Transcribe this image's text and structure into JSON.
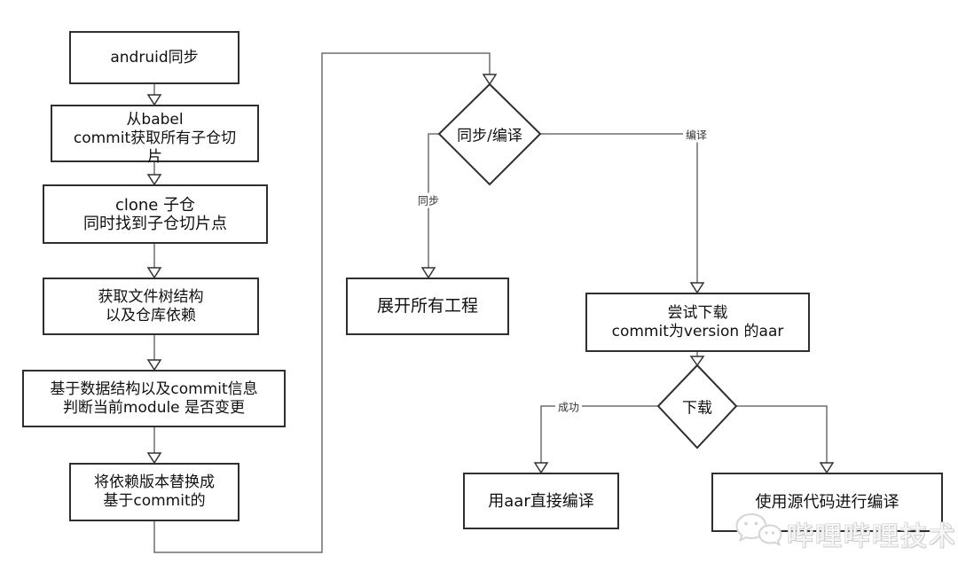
{
  "nodes": {
    "start": {
      "lines": [
        "andruid同步"
      ]
    },
    "babel": {
      "lines": [
        "从babel",
        "commit获取所有子仓切",
        "片"
      ]
    },
    "clone": {
      "lines": [
        "clone 子仓",
        "同时找到子仓切片点"
      ]
    },
    "tree": {
      "lines": [
        "获取文件树结构",
        "以及仓库依赖"
      ]
    },
    "judge": {
      "lines": [
        "基于数据结构以及commit信息",
        "判断当前module 是否变更"
      ]
    },
    "replace": {
      "lines": [
        "将依赖版本替换成",
        "基于commit的"
      ]
    },
    "expand": {
      "lines": [
        "展开所有工程"
      ]
    },
    "try_download": {
      "lines": [
        "尝试下载",
        "commit为version 的aar"
      ]
    },
    "aar_compile": {
      "lines": [
        "用aar直接编译"
      ]
    },
    "source_compile": {
      "lines": [
        "使用源代码进行编译"
      ]
    }
  },
  "decisions": {
    "sync_compile": {
      "label": "同步/编译"
    },
    "download": {
      "label": "下载"
    }
  },
  "edge_labels": {
    "sync": "同步",
    "compile": "编译",
    "success": "成功"
  },
  "watermark": {
    "text": "哔哩哔哩技术",
    "icon": "wechat-icon"
  },
  "colors": {
    "background": "#ffffff",
    "box_border": "#2f2f2f",
    "connector": "#6e6e6e",
    "text": "#111111",
    "watermark": "#d9d9d9"
  }
}
